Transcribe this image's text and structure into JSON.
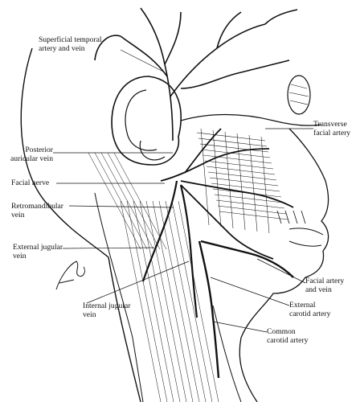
{
  "labels": {
    "superficial_temporal": "Superficial temporal\nartery and vein",
    "transverse_facial": "Transverse\nfacial artery",
    "posterior_auricular": "Posterior\nauricular vein",
    "facial_nerve": "Facial nerve",
    "retromandibular": "Retromandibular\nvein",
    "external_jugular": "External jugular\nvein",
    "facial_artery": "Facial artery\nand vein",
    "internal_jugular": "Internal jugular\nvein",
    "external_carotid": "External\ncarotid artery",
    "common_carotid": "Common\ncarotid artery"
  },
  "colors": {
    "ink": "#111111",
    "background": "#ffffff"
  }
}
